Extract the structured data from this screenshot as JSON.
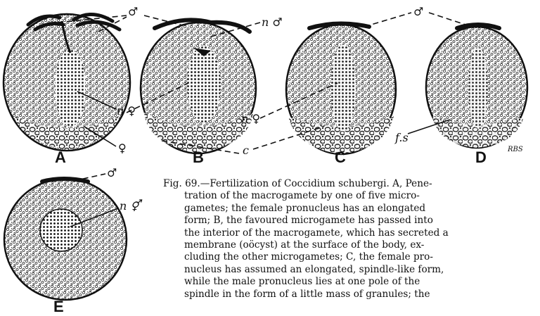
{
  "figure": {
    "panel_labels": [
      "A",
      "B",
      "C",
      "D",
      "E"
    ],
    "symbols": {
      "male": "♂",
      "female": "♀",
      "n_male": "n ♂",
      "n_female": "n ♀",
      "n_both": "n ⚥",
      "c": "c",
      "fs": "f.s",
      "signature": "RBS"
    }
  },
  "caption": {
    "lines": [
      "Fig. 69.—Fertilization of Coccidium schubergi. A, Pene-",
      "tration of the macrogamete by one of five micro-",
      "gametes; the female pronucleus has an elongated",
      "form; B, the favoured microgamete has passed into",
      "the interior of the macrogamete, which has secreted a",
      "membrane (oöcyst) at the surface of the body, ex-",
      "cluding the other microgametes; C, the female pro-",
      "nucleus has assumed an elongated, spindle-like form,",
      "while the male pronucleus lies at one pole of the",
      "spindle in the form of a little mass of granules; the"
    ]
  }
}
